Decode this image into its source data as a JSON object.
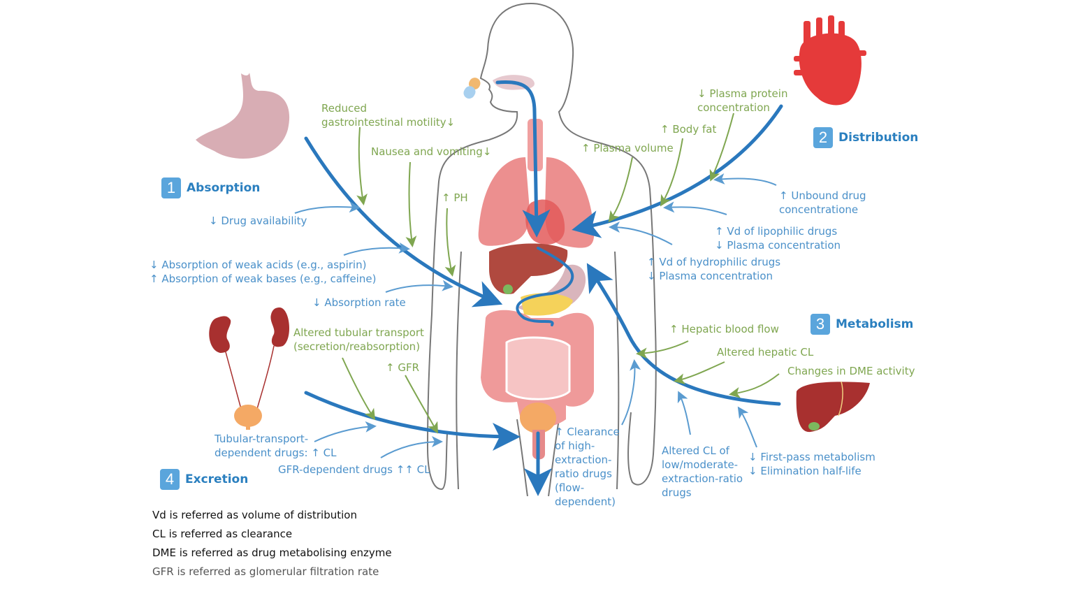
{
  "phases": [
    {
      "number": "1",
      "title": "Absorption"
    },
    {
      "number": "2",
      "title": "Distribution"
    },
    {
      "number": "3",
      "title": "Metabolism"
    },
    {
      "number": "4",
      "title": "Excretion"
    }
  ],
  "absorption": {
    "factors": [
      "Reduced\ngastrointestinal motility↓",
      "Nausea and vomiting↓",
      "↑ PH"
    ],
    "effects": [
      "↓ Drug availability",
      "↓ Absorption of weak acids (e.g., aspirin)\n↑ Absorption of weak bases (e.g., caffeine)",
      "↓ Absorption rate"
    ]
  },
  "distribution": {
    "factors": [
      "↓ Plasma protein\nconcentration",
      "↑ Body fat",
      "↑ Plasma volume"
    ],
    "effects": [
      "↑ Unbound drug\nconcentratione",
      "↑ Vd of lipophilic drugs\n↓ Plasma concentration",
      "↑ Vd of hydrophilic drugs\n↓ Plasma concentration"
    ]
  },
  "metabolism": {
    "factors": [
      "↑ Hepatic blood flow",
      "Altered hepatic CL",
      "Changes in DME activity"
    ],
    "effects": [
      "↑ Clearance\nof high-\nextraction-\nratio drugs\n(flow-\ndependent)",
      "Altered CL of\nlow/moderate-\nextraction-ratio\ndrugs",
      "↓ First-pass metabolism\n↓ Elimination half-life"
    ]
  },
  "excretion": {
    "factors": [
      "Altered tubular transport\n(secretion/reabsorption)",
      "↑ GFR"
    ],
    "effects": [
      "Tubular-transport-\ndependent drugs: ↑ CL",
      "GFR-dependent drugs ↑↑ CL"
    ]
  },
  "legend": [
    "Vd is referred as volume of distribution",
    "CL is referred as clearance",
    "DME is referred as drug metabolising enzyme",
    "GFR is referred as glomerular filtration rate"
  ],
  "colors": {
    "main_arrow": "#2a78bd",
    "factor_green": "#7fa650",
    "effect_blue": "#4a90c9",
    "phase_badge": "#5aa5dc"
  },
  "icons": [
    "stomach-icon",
    "heart-icon",
    "kidneys-bladder-icon",
    "liver-icon",
    "pill-icon",
    "human-body-icon"
  ]
}
